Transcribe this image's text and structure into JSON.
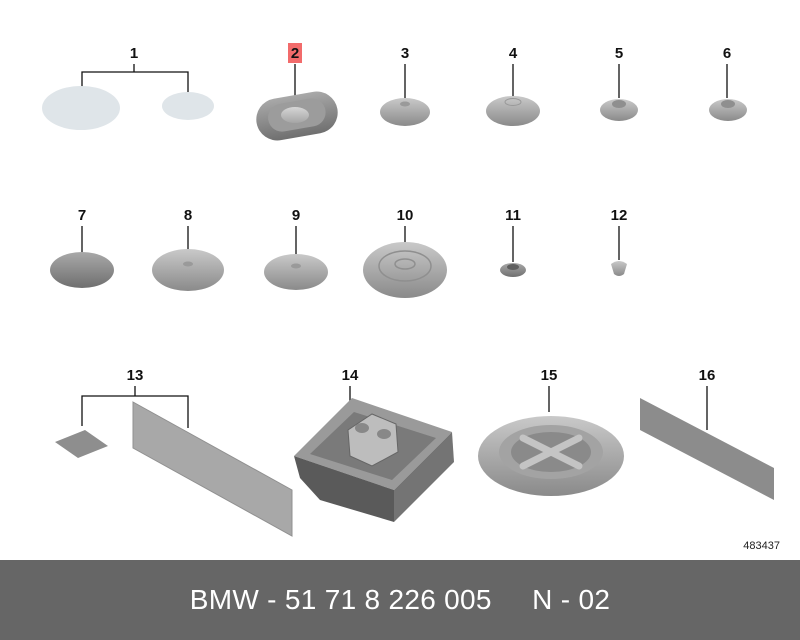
{
  "diagram": {
    "callouts": {
      "c1": "1",
      "c2": "2",
      "c3": "3",
      "c4": "4",
      "c5": "5",
      "c6": "6",
      "c7": "7",
      "c8": "8",
      "c9": "9",
      "c10": "10",
      "c11": "11",
      "c12": "12",
      "c13": "13",
      "c14": "14",
      "c15": "15",
      "c16": "16"
    },
    "highlight_color": "#f26b6b",
    "reference_code": "483437"
  },
  "footer": {
    "text": "BMW - 51 71 8 226 005     N - 02",
    "background": "#666666"
  }
}
